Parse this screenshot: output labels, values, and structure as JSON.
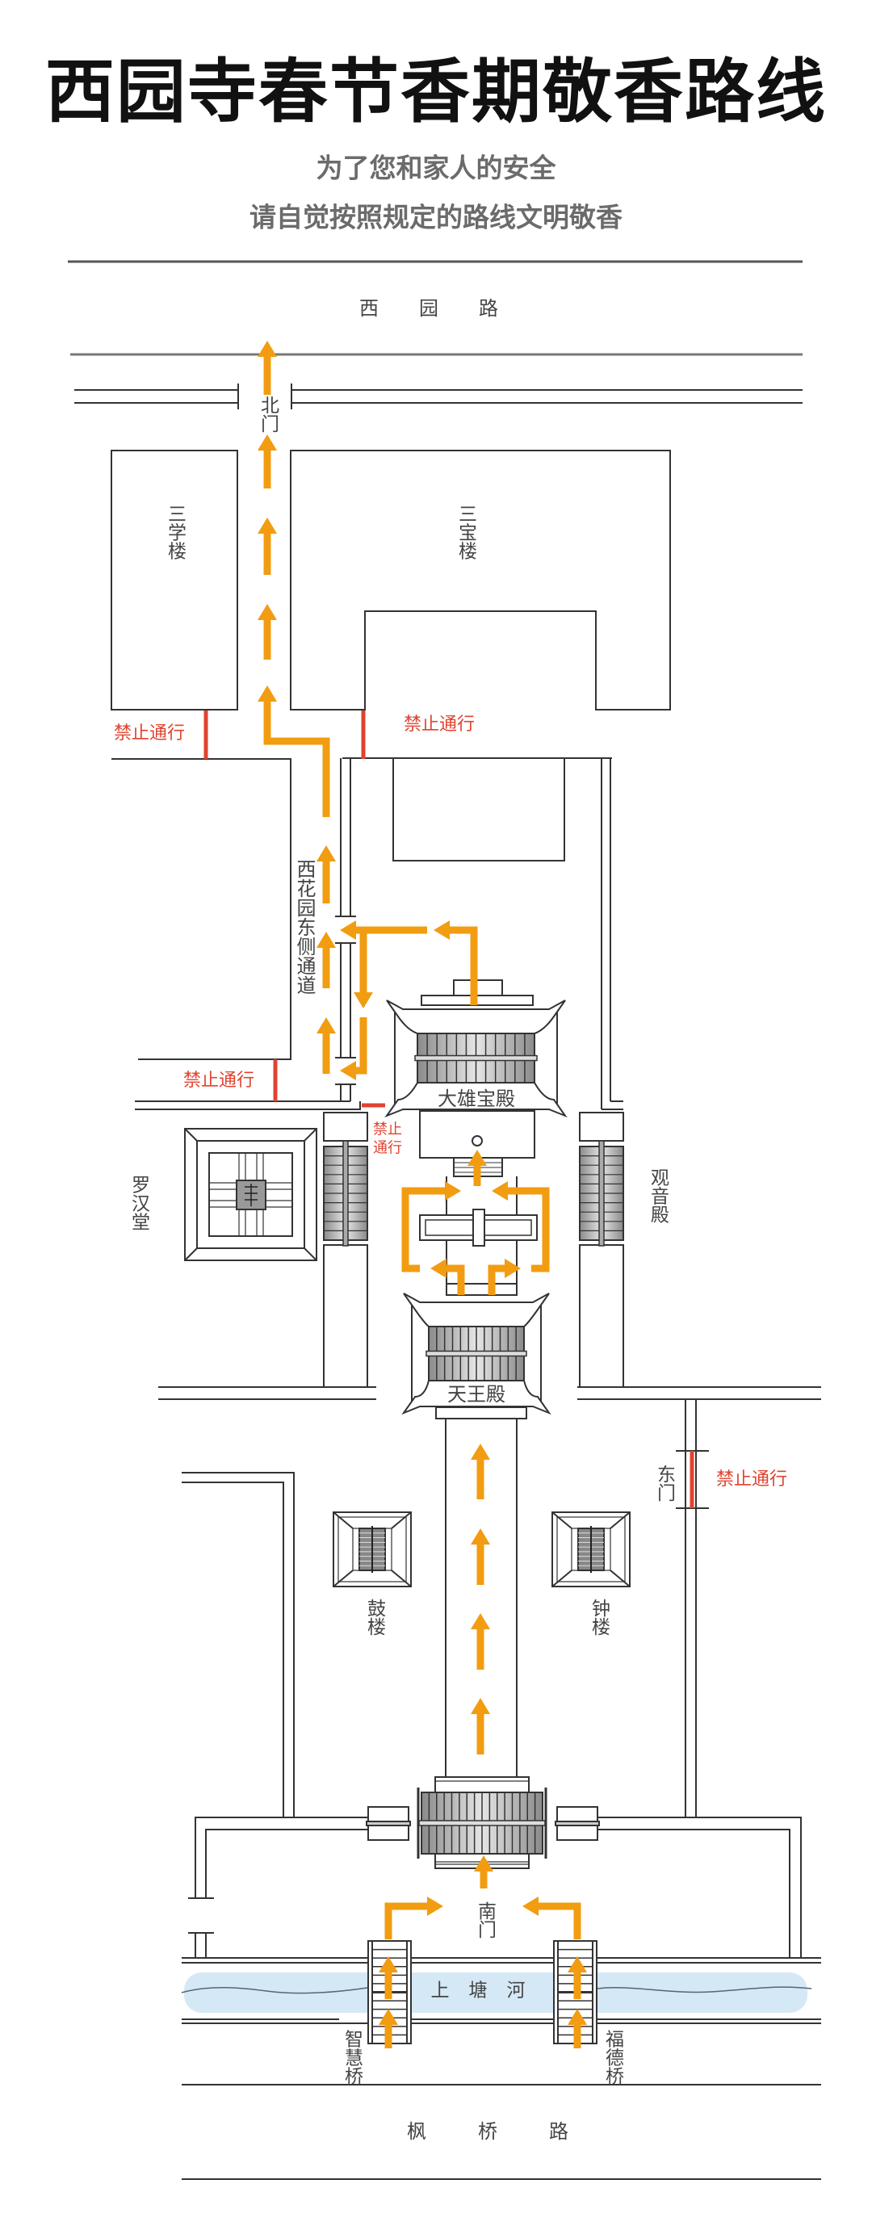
{
  "header": {
    "title": "西园寺春节香期敬香路线",
    "subtitle_lines": [
      "为了您和家人的安全",
      "请自觉按照规定的路线文明敬香"
    ]
  },
  "roads": {
    "north": "西园路",
    "south": "枫桥路",
    "river": "上塘河",
    "side_channel": "西花园东侧通道"
  },
  "gates": {
    "north": "北门",
    "east": "东门",
    "south": "南门"
  },
  "buildings": {
    "sanxue": "三学楼",
    "sanbao": "三宝楼",
    "daxiong": "大雄宝殿",
    "tianwang": "天王殿",
    "luohan": "罗汉堂",
    "guanyin": "观音殿",
    "gulou": "鼓楼",
    "zhonglou": "钟楼"
  },
  "bridges": {
    "left": "智慧桥",
    "right": "福德桥"
  },
  "no_entry": {
    "label": "禁止通行",
    "small_line1": "禁止",
    "small_line2": "通行"
  },
  "colors": {
    "route": "#f29c11",
    "no_entry": "#e1432f",
    "river": "#d5e8f5",
    "line": "#333333"
  }
}
